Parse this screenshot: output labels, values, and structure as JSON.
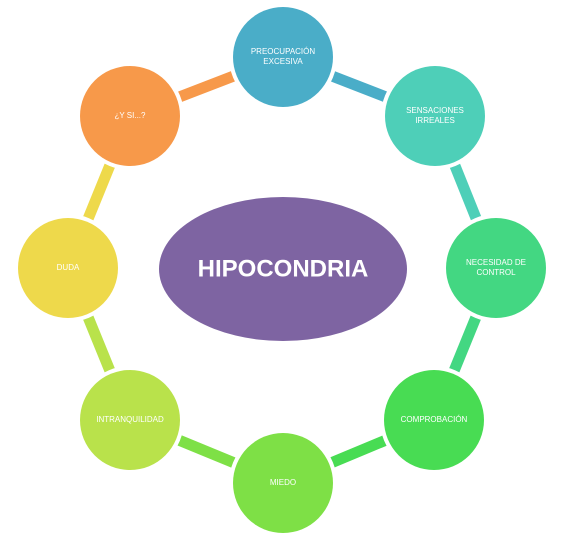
{
  "diagram": {
    "center": {
      "label": "HIPOCONDRIA",
      "color": "#7e64a2"
    },
    "nodes": [
      {
        "id": "preocupacion",
        "lines": [
          "PREOCUPACIÓN",
          "EXCESIVA"
        ],
        "color": "#4aadc8"
      },
      {
        "id": "sensaciones",
        "lines": [
          "SENSACIONES",
          "IRREALES"
        ],
        "color": "#4ecfb8"
      },
      {
        "id": "control",
        "lines": [
          "NECESIDAD DE",
          "CONTROL"
        ],
        "color": "#43d782"
      },
      {
        "id": "comprobacion",
        "lines": [
          "COMPROBACIÓN"
        ],
        "color": "#48dc53"
      },
      {
        "id": "miedo",
        "lines": [
          "MIEDO"
        ],
        "color": "#7ee046"
      },
      {
        "id": "intranquilidad",
        "lines": [
          "INTRANQUILIDAD"
        ],
        "color": "#b9e24b"
      },
      {
        "id": "duda",
        "lines": [
          "DUDA"
        ],
        "color": "#eed94b"
      },
      {
        "id": "ysi",
        "lines": [
          "¿Y SI...?"
        ],
        "color": "#f7994a"
      }
    ]
  }
}
